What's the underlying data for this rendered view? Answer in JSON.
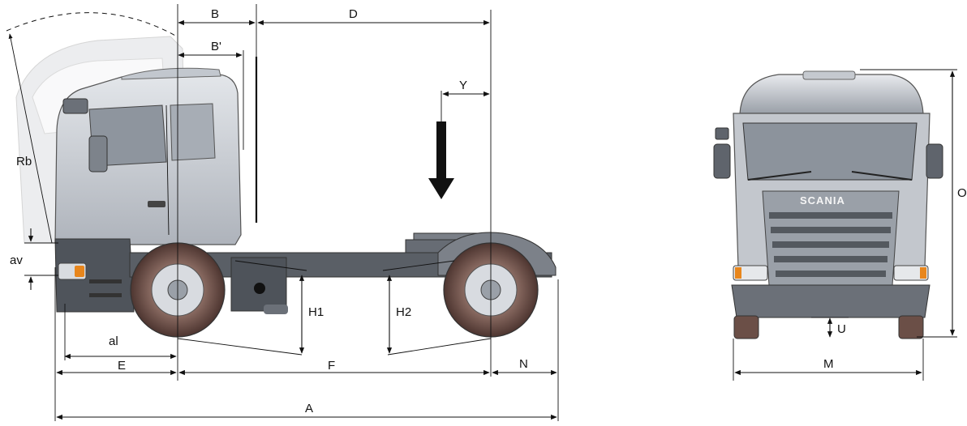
{
  "labels": {
    "A": "A",
    "B": "B",
    "B_prime": "B'",
    "D": "D",
    "Y": "Y",
    "Rb": "Rb",
    "av": "av",
    "al": "al",
    "E": "E",
    "F": "F",
    "N": "N",
    "H1": "H1",
    "H2": "H2",
    "O": "O",
    "U": "U",
    "M": "M"
  },
  "brand": {
    "name": "SCANIA"
  },
  "colors": {
    "cab_grey": "#b9bec6",
    "cab_light": "#dde0e5",
    "chassis": "#5a5f66",
    "tyre": "#6b4f47",
    "rim": "#d8dbe0",
    "lamp": "#e8861c"
  }
}
